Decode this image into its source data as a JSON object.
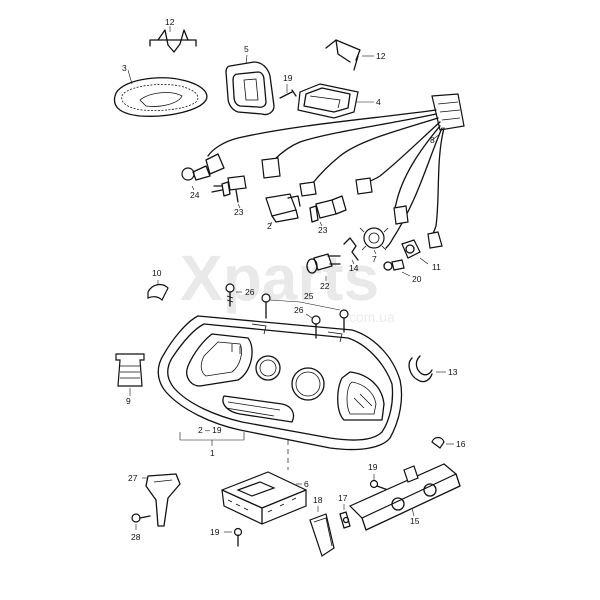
{
  "watermark": {
    "brand": "Xparts",
    "domain": ".com.ua"
  },
  "callouts": {
    "c12a": "12",
    "c12b": "12",
    "c3": "3",
    "c5": "5",
    "c19a": "19",
    "c4": "4",
    "c8": "8",
    "c24": "24",
    "c23a": "23",
    "c2": "2",
    "c23b": "23",
    "c14": "14",
    "c22": "22",
    "c7": "7",
    "c20": "20",
    "c11": "11",
    "c10": "10",
    "c26a": "26",
    "c25": "25",
    "c26b": "26",
    "c9": "9",
    "c13": "13",
    "c2_19": "2 – 19",
    "c1": "1",
    "c16": "16",
    "c27": "27",
    "c6": "6",
    "c19b": "19",
    "c17": "17",
    "c18": "18",
    "c15": "15",
    "c28": "28",
    "c19c": "19"
  }
}
